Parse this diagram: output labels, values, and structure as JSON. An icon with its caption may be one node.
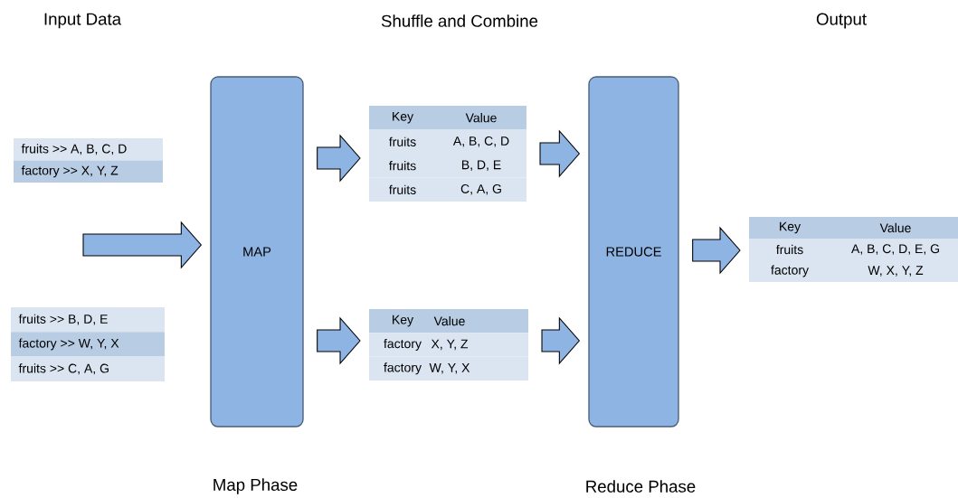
{
  "diagram": {
    "nodes": [
      {
        "text": [
          "fruits >> A, B, C, D",
          "factory >> X, Y, Z"
        ]
      },
      {
        "text": [
          "fruits >> B, D, E",
          "factory >> W, Y, X",
          "fruits >> C, A, G"
        ]
      },
      {
        "text": [
          "MAP"
        ]
      },
      {
        "text": [
          "Key",
          "Value",
          "fruits",
          "A, B, C, D",
          "fruits",
          "B, D, E",
          "fruits",
          "C, A, G"
        ]
      },
      {
        "text": [
          "Key",
          "Value",
          "factory",
          "X, Y, Z",
          "factory",
          "W, Y, X"
        ]
      },
      {
        "text": [
          "REDUCE"
        ]
      },
      {
        "text": [
          "Key",
          "Value",
          "fruits",
          "A, B, C, D, E, G",
          "factory",
          "W, X, Y, Z"
        ]
      }
    ],
    "edges": [
      {
        "from": null,
        "to": 2,
        "arrow": "to"
      },
      {
        "from": 2,
        "to": 3,
        "arrow": "to"
      },
      {
        "from": 2,
        "to": 4,
        "arrow": "to"
      },
      {
        "from": 3,
        "to": 5,
        "arrow": "to"
      },
      {
        "from": 4,
        "to": 5,
        "arrow": "to"
      },
      {
        "from": 5,
        "to": 6,
        "arrow": "to"
      }
    ],
    "labels": [
      "Input Data",
      "Shuffle and Combine",
      "Output",
      "Map Phase",
      "Reduce Phase"
    ]
  }
}
